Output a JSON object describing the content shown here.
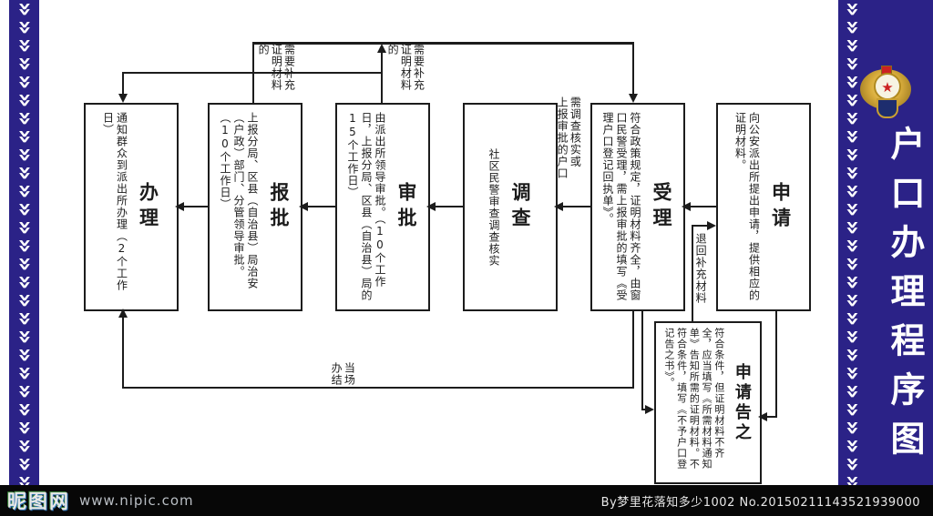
{
  "poster": {
    "title": "户口办理程序图"
  },
  "flow": {
    "boxes": [
      {
        "key": "banli",
        "title": "办理",
        "body": "通知群众到派出所办理（2个工作日）"
      },
      {
        "key": "baopi",
        "title": "报批",
        "body": "上报分局、区县（自治县）局治安（户政）部门、分管领导审批。（10个工作日）"
      },
      {
        "key": "shenpi",
        "title": "审批",
        "body": "由派出所领导审批。（10个工作日，上报分局、区县（自治县）局的15个工作日）"
      },
      {
        "key": "diaocha",
        "title": "调查",
        "body": "社区民警审查调查核实"
      },
      {
        "key": "shouli",
        "title": "受理",
        "body": "符合政策规定，证明材料齐全，由窗口民警受理，需上报审批的填写《受理户口登记回执单》。"
      },
      {
        "key": "shenqing",
        "title": "申请",
        "body": "向公安派出所提出申请，提供相应的证明材料。"
      },
      {
        "key": "gaozhi",
        "title": "申请告之",
        "body": "符合条件，但证明材料不齐全，应当填写《所需材料通知单》告知所需的证明材料。不符合条件，填写《不予户口登记告之书》。"
      }
    ],
    "labels": {
      "need_supplement_1": "需要补充\n证明材料\n的",
      "need_supplement_2": "需要补充\n证明材料\n的",
      "need_investigation": "需调查核实或\n上报审批的户口",
      "return_supplement": "退回补充材料",
      "on_spot": "当场\n办结"
    }
  },
  "watermark": {
    "site_name": "昵图网",
    "site_url": "www.nipic.com",
    "credit": "By梦里花落知多少1002 No.20150211143521939000"
  }
}
